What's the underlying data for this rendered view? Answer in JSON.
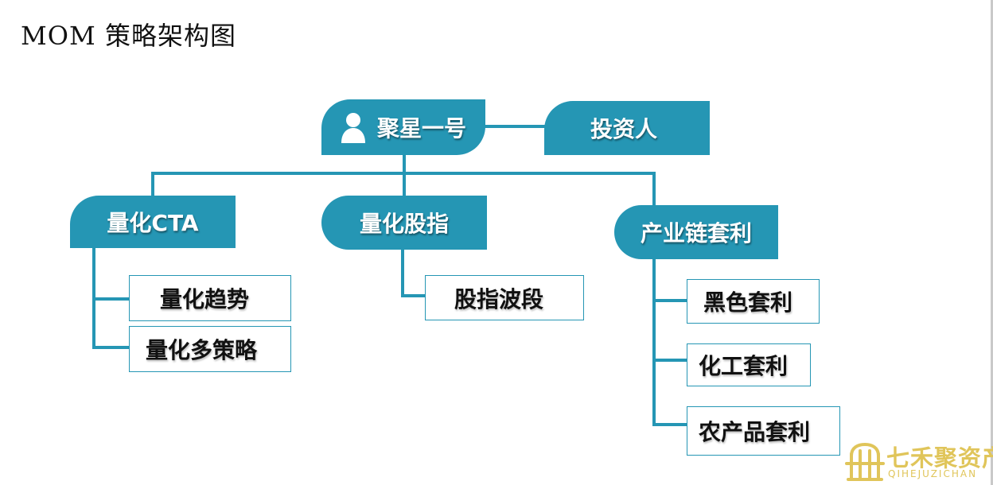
{
  "title": "MOM 策略架构图",
  "root": {
    "label": "聚星一号",
    "icon": "person-icon"
  },
  "investor": {
    "label": "投资人"
  },
  "branches": [
    {
      "label": "量化CTA",
      "children": [
        "量化趋势",
        "量化多策略"
      ]
    },
    {
      "label": "量化股指",
      "children": [
        "股指波段"
      ]
    },
    {
      "label": "产业链套利",
      "children": [
        "黑色套利",
        "化工套利",
        "农产品套利"
      ]
    }
  ],
  "logo": {
    "name_cn": "七禾聚资产",
    "name_en": "QIHEJUZICHAN"
  },
  "colors": {
    "node": "#2596b4",
    "line": "#2596b4",
    "logo": "#e0c55a"
  }
}
